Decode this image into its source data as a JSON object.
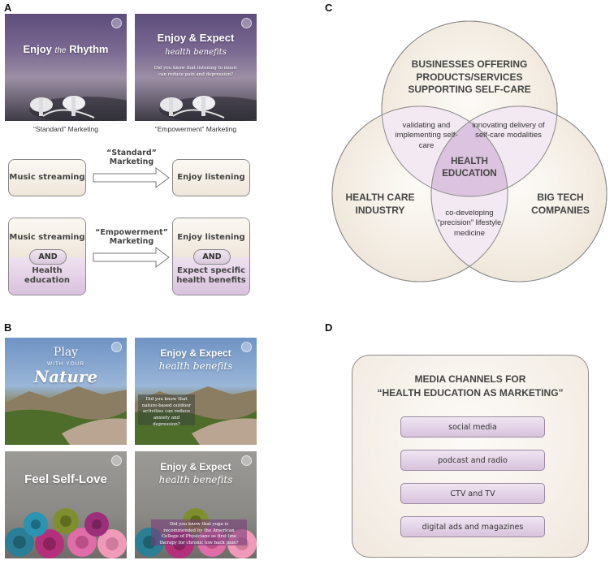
{
  "panels": {
    "a": "A",
    "b": "B",
    "c": "C",
    "d": "D"
  },
  "a": {
    "img1": {
      "line1": "Enjoy",
      "line1b": "the",
      "line1c": "Rhythm"
    },
    "img2": {
      "title": "Enjoy & Expect",
      "subtitle": "health benefits",
      "note": "Did you know that listening to music can reduce pain and depression?"
    },
    "caption1": "“Standard” Marketing",
    "caption2": "“Empowerment” Marketing",
    "flow1": {
      "from": "Music streaming",
      "arrow": "“Standard” Marketing",
      "to": "Enjoy listening"
    },
    "flow2": {
      "from_top": "Music streaming",
      "from_and": "AND",
      "from_bottom": "Health education",
      "arrow": "“Empowerment” Marketing",
      "to_top": "Enjoy listening",
      "to_and": "AND",
      "to_bottom": "Expect specific health benefits"
    }
  },
  "b": {
    "img1": {
      "line1": "Play",
      "line2": "WITH YOUR",
      "line3": "Nature"
    },
    "img2": {
      "title": "Enjoy & Expect",
      "subtitle": "health benefits",
      "note": "Did you know that nature-based outdoor activities can reduce anxiety and depression?"
    },
    "img3": {
      "line1": "Feel Self-Love"
    },
    "img4": {
      "title": "Enjoy & Expect",
      "subtitle": "health benefits",
      "note": "Did you know that yoga is recommended by the American College of Physicians as first line therapy for chronic low back pain?"
    }
  },
  "c": {
    "top": "BUSINESSES OFFERING PRODUCTS/SERVICES SUPPORTING SELF-CARE",
    "left": "HEALTH CARE INDUSTRY",
    "right": "BIG TECH COMPANIES",
    "overlap_tl": "validating and implementing self-care",
    "overlap_tr": "innovating delivery of self-care modalities",
    "overlap_bottom": "co-developing “precision” lifestyle medicine",
    "center": "HEALTH EDUCATION"
  },
  "d": {
    "title_line1": "MEDIA CHANNELS FOR",
    "title_line2": "“HEALTH EDUCATION AS MARKETING”",
    "channels": [
      "social media",
      "podcast and radio",
      "CTV and TV",
      "digital ads and magazines"
    ]
  }
}
